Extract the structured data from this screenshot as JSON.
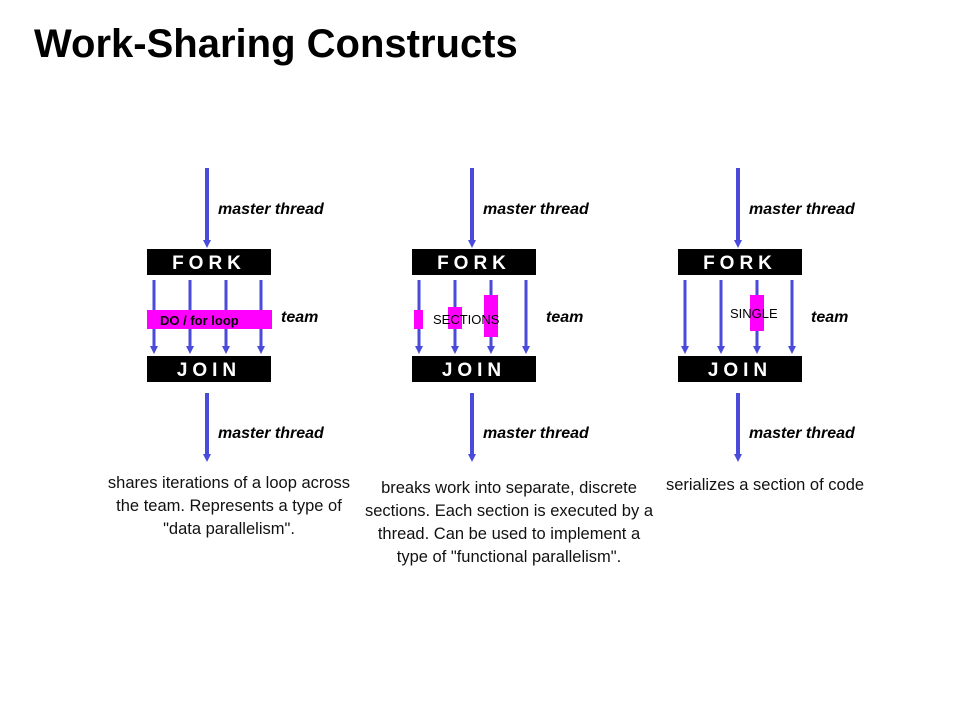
{
  "title": "Work-Sharing Constructs",
  "colors": {
    "arrow": "#4a4adb",
    "box": "#000000",
    "box_text": "#ffffff",
    "highlight": "#ff00ff",
    "label_text": "#000000"
  },
  "panels": [
    {
      "master_thread_top": "master thread",
      "fork_label": "FORK",
      "construct_label": "DO / for  loop",
      "team_label": "team",
      "join_label": "JOIN",
      "master_thread_bottom": "master thread",
      "caption": "shares iterations of a loop across the team. Represents a type of \"data parallelism\"."
    },
    {
      "master_thread_top": "master thread",
      "fork_label": "FORK",
      "construct_label": "SECTIONS",
      "team_label": "team",
      "join_label": "JOIN",
      "master_thread_bottom": "master thread",
      "caption": "breaks work into separate, discrete sections. Each section is executed by a thread. Can be used to implement a type of \"functional parallelism\"."
    },
    {
      "master_thread_top": "master thread",
      "fork_label": "FORK",
      "construct_label": "SINGLE",
      "team_label": "team",
      "join_label": "JOIN",
      "master_thread_bottom": "master thread",
      "caption": "serializes a section of code"
    }
  ]
}
